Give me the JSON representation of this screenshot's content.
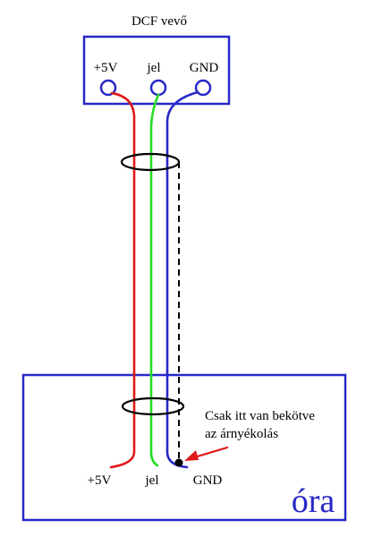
{
  "receiver": {
    "title": "DCF vevő",
    "pins": [
      "+5V",
      "jel",
      "GND"
    ]
  },
  "clock": {
    "title": "óra",
    "pins": [
      "+5V",
      "jel",
      "GND"
    ]
  },
  "annotation": {
    "line1": "Csak itt van bekötve",
    "line2": "az árnyékolás"
  },
  "colors": {
    "box": "#2828c8",
    "wire_5v": "#e01818",
    "wire_jel": "#22dd22",
    "wire_gnd": "#2828c8",
    "arrow": "#e01818",
    "shield": "#000000"
  }
}
